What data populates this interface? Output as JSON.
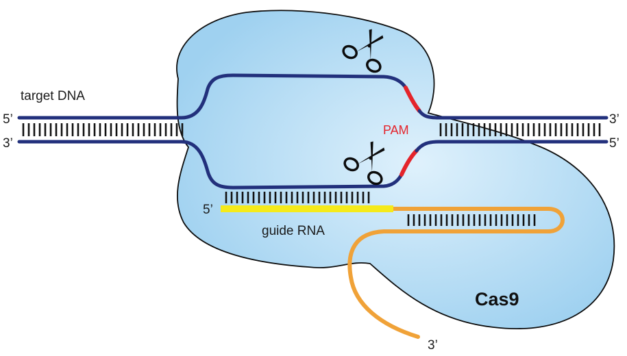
{
  "labels": {
    "target_dna": "target DNA",
    "left_top_end": "5’",
    "left_bottom_end": "3’",
    "right_top_end": "3’",
    "right_bottom_end": "5’",
    "pam": "PAM",
    "guide_five_end": "5’",
    "guide_rna": "guide RNA",
    "protein": "Cas9",
    "rna_tail_end": "3’"
  },
  "icons": {
    "cut_site_top": "scissors-icon",
    "cut_site_bottom": "scissors-icon"
  },
  "colors": {
    "protein_fill": "#a9d6f2",
    "protein_highlight": "#d8eefb",
    "dna_strand": "#22307c",
    "pam": "#e4242b",
    "guide_rna": "#f5ea1a",
    "rna_scaffold": "#f0a238",
    "base_pairs": "#111111"
  }
}
